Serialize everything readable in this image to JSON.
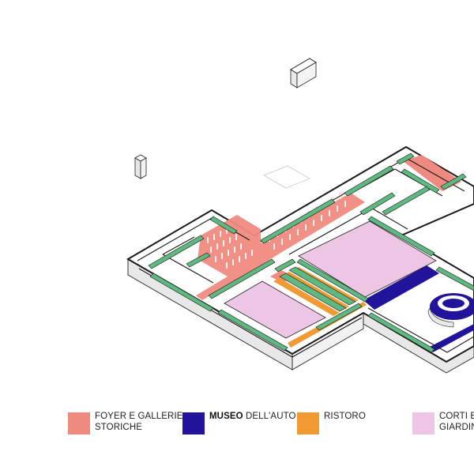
{
  "colors": {
    "foyer": "#ef8a80",
    "museo": "#21139a",
    "ristoro": "#f19a33",
    "corti": "#ecc6e4",
    "walls": "#5fb880",
    "outline": "#1a1a1a",
    "side": "#e6e6e6",
    "floor": "#ffffff"
  },
  "legend": [
    {
      "key": "foyer",
      "lines": [
        "FOYER E GALLERIE",
        "STORICHE"
      ],
      "bold": ""
    },
    {
      "key": "museo",
      "bold": "MUSEO",
      "lines": [
        " DELL'AUTO"
      ]
    },
    {
      "key": "ristoro",
      "lines": [
        "RISTORO"
      ],
      "bold": ""
    },
    {
      "key": "corti",
      "lines": [
        "CORTI ESTERNE E",
        "GIARDINI"
      ],
      "bold": ""
    }
  ]
}
